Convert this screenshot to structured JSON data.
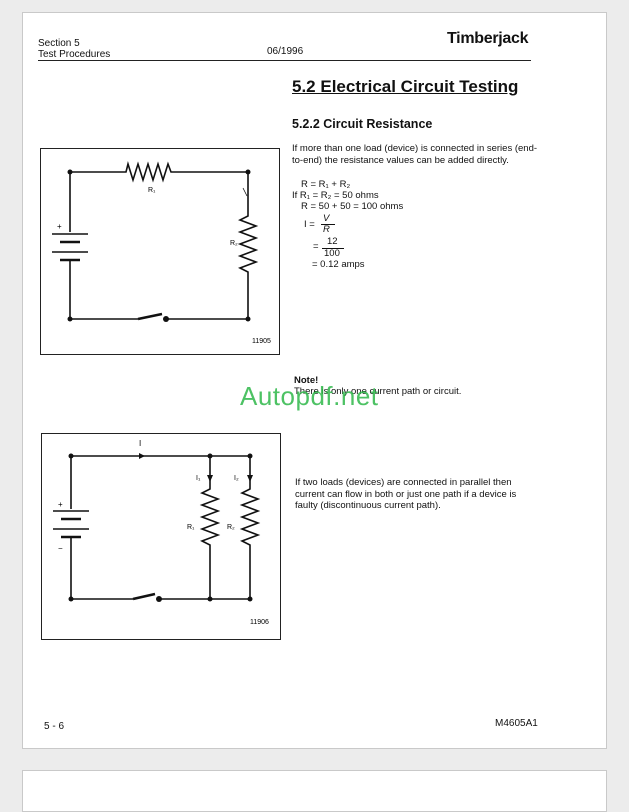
{
  "header": {
    "section": "Section 5",
    "subsection": "Test Procedures",
    "date": "06/1996",
    "brand": "Timberjack"
  },
  "titles": {
    "section_title": "5.2  Electrical Circuit Testing",
    "subsection_title": "5.2.2 Circuit Resistance"
  },
  "series_text": {
    "para": "If more than one load (device) is connected in series (end-to-end) the resistance values can be added directly.",
    "eq1": "R  =  R₁  +  R₂",
    "eq2": "If R₁  =  R₂  =  50 ohms",
    "eq3": "R  =  50  +  50   =  100 ohms",
    "eq4_lhs": "I  =",
    "eq4_num": "V",
    "eq4_den": "R",
    "eq5_num": "12",
    "eq5_den": "100",
    "eq6": "=  0.12 amps"
  },
  "note": {
    "label": "Note!",
    "text": "There is only one current path or circuit."
  },
  "parallel_text": {
    "para": "If two loads (devices) are connected in parallel then current can flow in both or just one path if a device is faulty (discontinuous current path)."
  },
  "figure1": {
    "label_r1": "R₁",
    "label_r2": "R₂",
    "label_plus": "+",
    "fig_number": "11905"
  },
  "figure2": {
    "label_i": "I",
    "label_i1": "I₁",
    "label_i2": "I₂",
    "label_r1": "R₁",
    "label_r2": "R₂",
    "label_plus": "+",
    "label_minus": "−",
    "fig_number": "11906"
  },
  "footer": {
    "page_number": "5 - 6",
    "doc_code": "M4605A1"
  },
  "watermark": "Autopdf.net"
}
